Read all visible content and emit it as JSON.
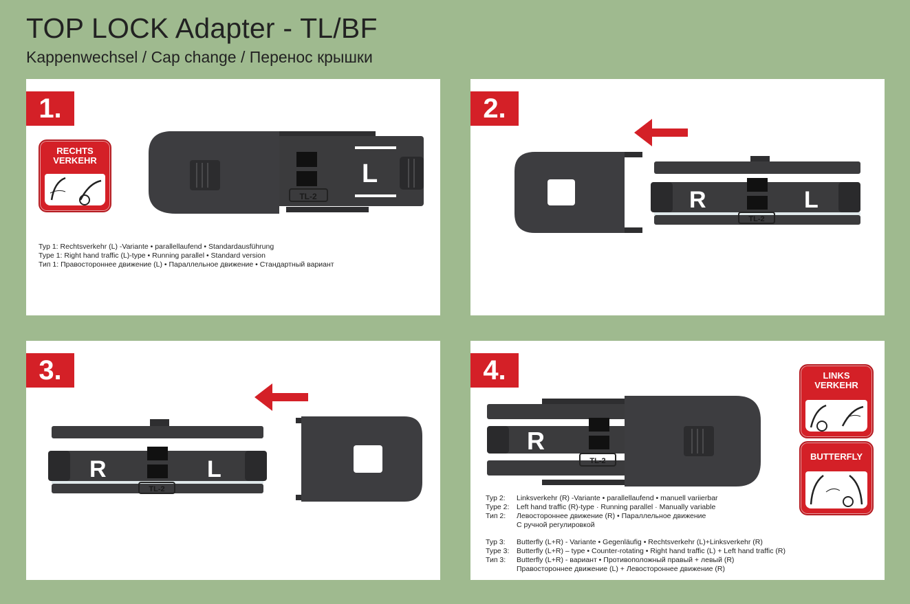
{
  "header": {
    "title": "TOP LOCK Adapter - TL/BF",
    "subtitle": "Kappenwechsel / Cap change / Перенос крышки"
  },
  "steps": [
    {
      "num": "1."
    },
    {
      "num": "2."
    },
    {
      "num": "3."
    },
    {
      "num": "4."
    }
  ],
  "badges": {
    "rechts": [
      "RECHTS",
      "VERKEHR"
    ],
    "links": [
      "LINKS",
      "VERKEHR"
    ],
    "butterfly": [
      "BUTTERFLY"
    ]
  },
  "labels": {
    "left": "L",
    "right": "R",
    "model": "TL-2"
  },
  "step1_text": [
    "Typ 1: Rechtsverkehr (L) -Variante • parallellaufend • Standardausführung",
    "Type 1: Right hand traffic (L)-type • Running parallel • Standard version",
    "Тип 1: Правостороннее движение (L) • Параллельное движение • Стандартный вариант"
  ],
  "step4_text": {
    "type2": [
      {
        "label": "Typ 2:",
        "text": "Linksverkehr (R) -Variante • parallellaufend • manuell variierbar"
      },
      {
        "label": "Type 2:",
        "text": "Left hand traffic (R)-type · Running parallel · Manually variable"
      },
      {
        "label": "Тип 2:",
        "text": "Левостороннее движение (R) • Параллельное движение"
      },
      {
        "label": "",
        "text": "С ручной регулировкой"
      }
    ],
    "type3": [
      {
        "label": "Typ 3:",
        "text": "Butterfly (L+R) - Variante  • Gegenläufig • Rechtsverkehr (L)+Linksverkehr (R)"
      },
      {
        "label": "Type 3:",
        "text": "Butterfly (L+R) – type • Counter-rotating • Right hand traffic (L) + Left hand traffic (R)"
      },
      {
        "label": "Тип 3:",
        "text": "Butterfly (L+R) - вариант • Противоположный правый + левый (R)"
      },
      {
        "label": "",
        "text": "Правостороннее движение (L) + Левостороннее движение (R)"
      }
    ]
  },
  "colors": {
    "background": "#9fba8f",
    "accent_red": "#d42027",
    "panel": "#ffffff",
    "plastic_dark": "#3a3a3c"
  }
}
